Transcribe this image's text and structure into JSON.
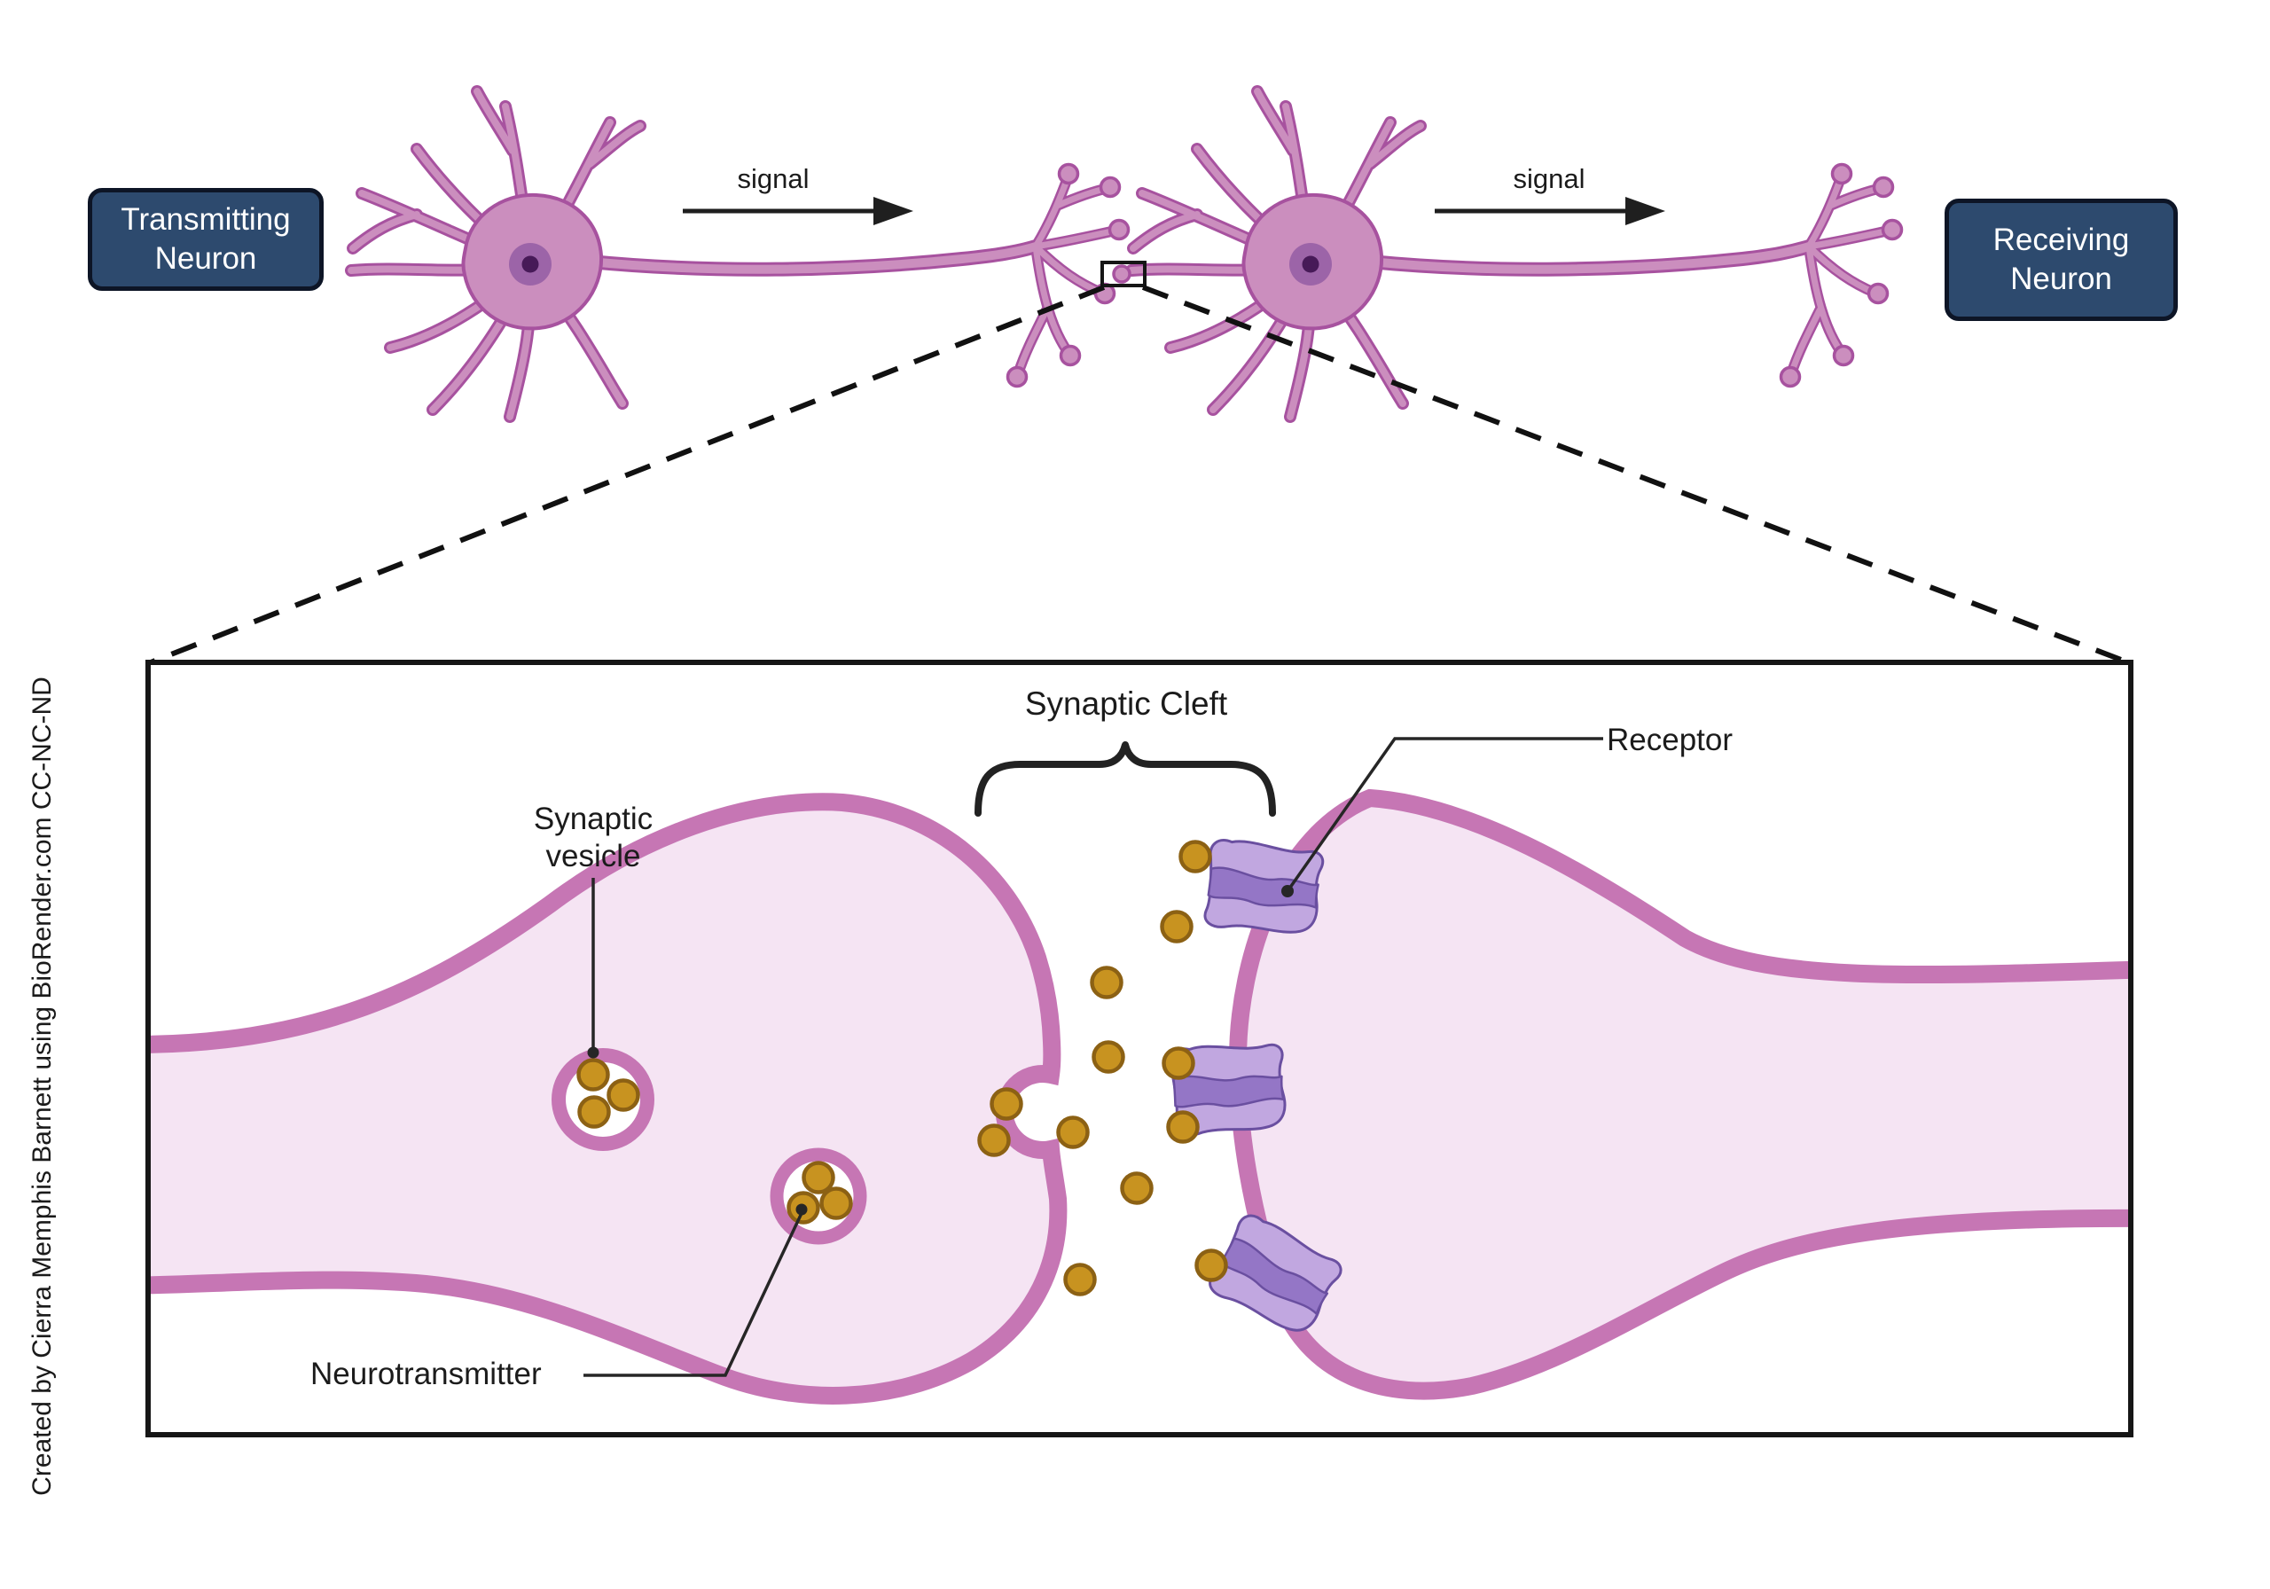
{
  "attribution": "Created by Cierra Memphis Barnett using BioRender.com CC-NC-ND",
  "header": {
    "transmitting_neuron_label": "Transmitting Neuron",
    "receiving_neuron_label": "Receiving Neuron",
    "signal_left_label": "signal",
    "signal_right_label": "signal"
  },
  "inset": {
    "synaptic_cleft_label": "Synaptic Cleft",
    "synaptic_vesicle_label": "Synaptic vesicle",
    "neurotransmitter_label": "Neurotransmitter",
    "receptor_label": "Receptor"
  },
  "colors": {
    "label_box_bg": "#2d4a6e",
    "label_box_border": "#0d1526",
    "label_box_text": "#ffffff",
    "neuron_fill": "#cb8ebe",
    "neuron_outline": "#a7529f",
    "nucleus": "#9c64a8",
    "nucleolus": "#471a58",
    "membrane": "#c676b4",
    "cytoplasm": "#f5e4f3",
    "neurotransmitter_fill": "#c89320",
    "neurotransmitter_outline": "#8c6114",
    "receptor_light": "#c1a7e0",
    "receptor_dark": "#9476c6",
    "receptor_outline": "#6a4fa0",
    "line": "#1f1f1f"
  }
}
